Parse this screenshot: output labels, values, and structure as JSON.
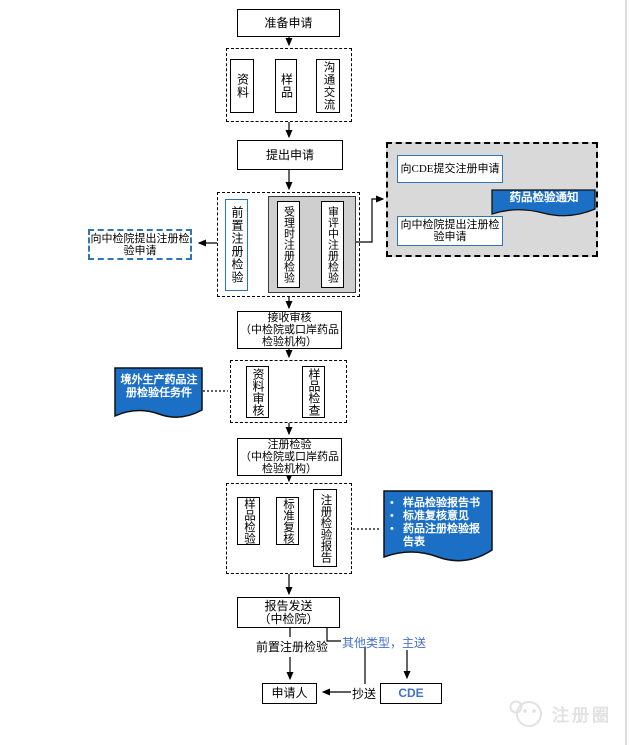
{
  "palette": {
    "doc_blue": "#1B6FC4",
    "box_blue_border": "#2E75B6",
    "blue_text": "#4472C4",
    "container_gray": "#D9D9D9",
    "inner_gray": "#CFCFCF",
    "watermark_gray": "#E2E2E2"
  },
  "nodes": {
    "prepare": "准备申请",
    "prep_docs": "资料",
    "prep_sample": "样品",
    "prep_comm": "沟通交流",
    "submit": "提出申请",
    "pre_reg": "前置注册检验",
    "accept_reg": "受理时注册检验",
    "review_reg": "审评中注册检验",
    "left_request_l1": "向中检院提出注册检",
    "left_request_l2": "验申请",
    "cde_apply": "向CDE提交注册申请",
    "notice": "药品检验通知",
    "right_request_l1": "向中检院提出注册检",
    "right_request_l2": "验申请",
    "receive_l1": "接收审核",
    "receive_l2": "（中检院或口岸药品",
    "receive_l3": "检验机构）",
    "doc_review": "资料审核",
    "sample_check": "样品检查",
    "task_doc_l1": "境外生产药品注",
    "task_doc_l2": "册检验任务件",
    "reg_test_l1": "注册检验",
    "reg_test_l2": "（中检院或口岸药品",
    "reg_test_l3": "检验机构）",
    "sample_test": "样品检验",
    "std_review": "标准复核",
    "reg_report": "注册检验报告",
    "report_docs": [
      "样品检验报告书",
      "标准复核意见",
      "药品注册检验报告表"
    ],
    "send_l1": "报告发送",
    "send_l2": "（中检院）",
    "pre_reg_label": "前置注册检验",
    "other_label": "其他类型，主送",
    "copy_label": "抄送",
    "applicant": "申请人",
    "cde": "CDE"
  },
  "watermark": {
    "text": "注册圈"
  }
}
